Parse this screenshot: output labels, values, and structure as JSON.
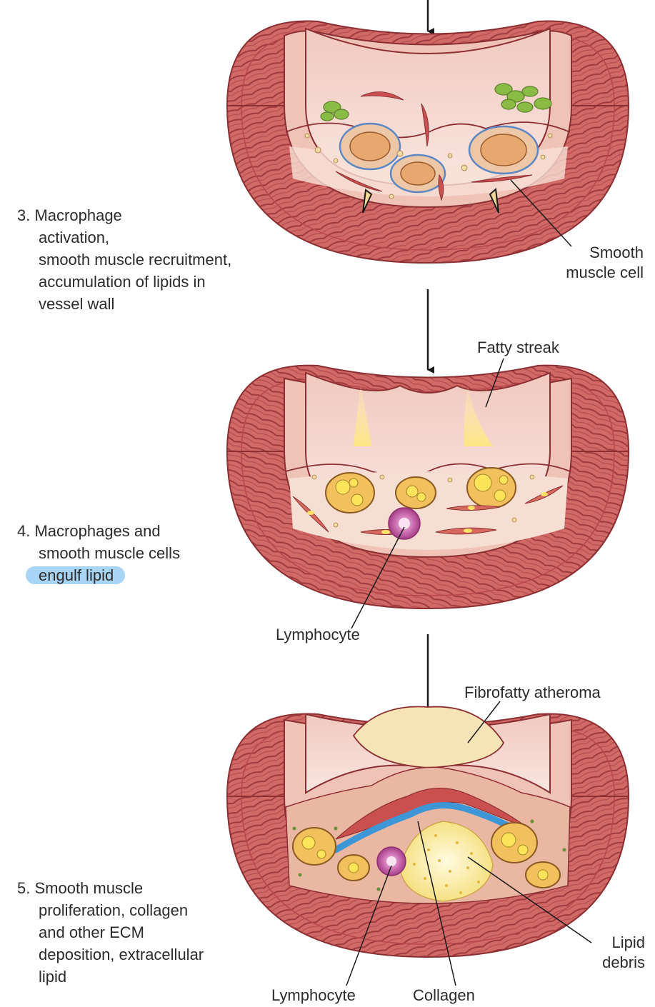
{
  "steps": [
    {
      "number": "3.",
      "lines": [
        "Macrophage",
        "activation,",
        "smooth muscle recruitment,",
        "accumulation of lipids in",
        "vessel wall"
      ]
    },
    {
      "number": "4.",
      "lines": [
        "Macrophages and",
        "smooth muscle cells"
      ],
      "highlighted_line": "engulf lipid"
    },
    {
      "number": "5.",
      "lines": [
        "Smooth muscle",
        "proliferation, collagen",
        "and other ECM",
        "deposition, extracellular",
        "lipid"
      ]
    }
  ],
  "callouts": {
    "smooth_muscle_cell": [
      "Smooth",
      "muscle cell"
    ],
    "fatty_streak": "Fatty streak",
    "lymphocyte_4": "Lymphocyte",
    "fibrofatty_atheroma": "Fibrofatty atheroma",
    "lipid_debris": [
      "Lipid",
      "debris"
    ],
    "lymphocyte_5": "Lymphocyte",
    "collagen": "Collagen"
  },
  "colors": {
    "vessel_outer": "#c8565a",
    "vessel_media": "#d9736f",
    "muscle_stripe": "#9e3a3e",
    "intima": "#f3cfc6",
    "lumen": "#f7ddd6",
    "lipid": "#f2d24c",
    "macrophage": "#e7b27c",
    "lymphocyte": "#c25aa0",
    "collagen": "#3d96d6",
    "highlight": "#a8d4f5"
  }
}
